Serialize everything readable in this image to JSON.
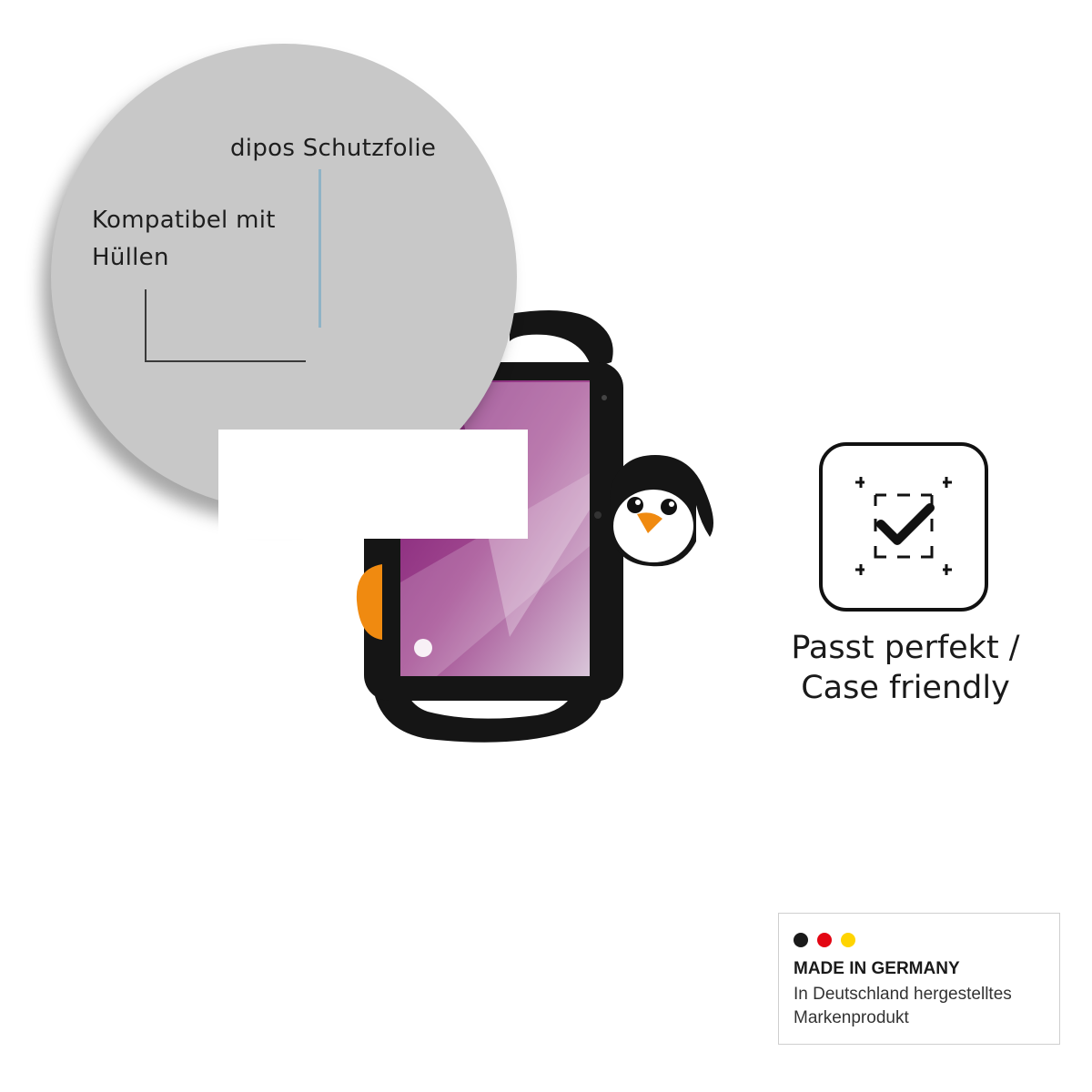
{
  "zoom": {
    "film_label": "dipos Schutzfolie",
    "case_label": "Kompatibel mit Hüllen"
  },
  "badge": {
    "icon": "check-frame-icon",
    "text": "Passt perfekt / Case friendly"
  },
  "made_in": {
    "title": "MADE IN GERMANY",
    "subtitle": "In Deutschland hergestelltes Markenprodukt",
    "flag_colors": [
      "#1a1a1a",
      "#e30613",
      "#ffd400"
    ]
  },
  "colors": {
    "case": "#151515",
    "screen": "#8e1f7a",
    "beak": "#f08a10",
    "zoom_bg": "#c8c8c8"
  }
}
